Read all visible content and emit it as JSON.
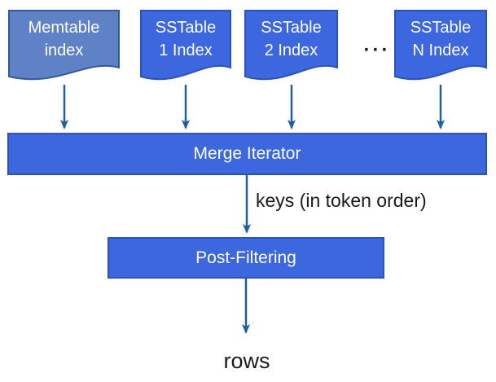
{
  "colors": {
    "memtable_fill": "#5F82C6",
    "memtable_border": "#33589D",
    "sstable_fill": "#3C67DF",
    "sstable_border": "#2B52B8",
    "bar_fill": "#3C67DF",
    "bar_border": "#2B52B8",
    "arrow": "#1E5F9E",
    "label_text": "#1A1A1A",
    "box_text": "#FFFFFF"
  },
  "sources": [
    {
      "line1": "Memtable",
      "line2": "index"
    },
    {
      "line1": "SSTable",
      "line2": "1 Index"
    },
    {
      "line1": "SSTable",
      "line2": "2 Index"
    },
    {
      "line1": "SSTable",
      "line2": "N Index"
    }
  ],
  "ellipsis": "···",
  "merge_iterator": {
    "label": "Merge Iterator"
  },
  "edge_label": "keys (in token order)",
  "post_filtering": {
    "label": "Post-Filtering"
  },
  "output_label": "rows"
}
